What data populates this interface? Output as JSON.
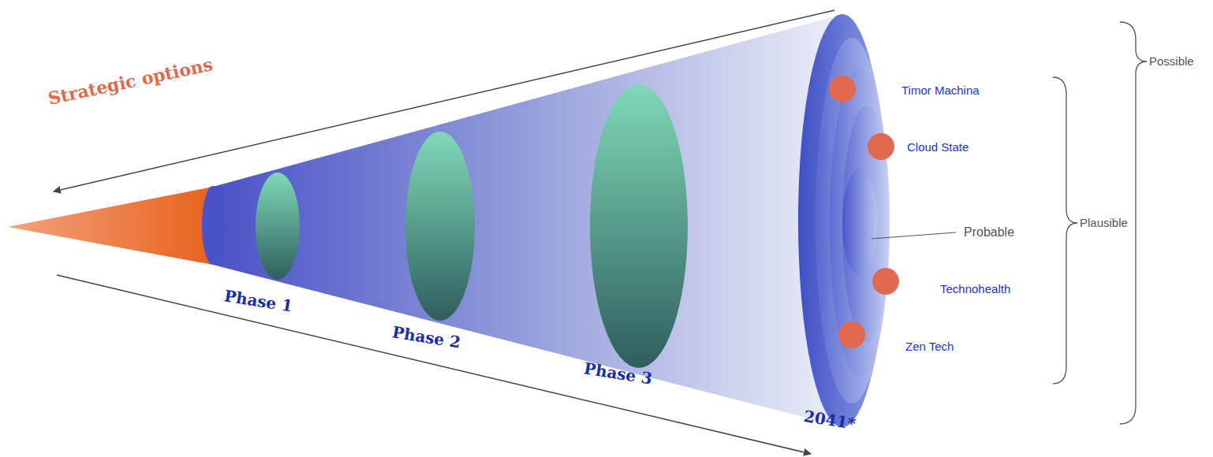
{
  "diagram": {
    "labels": [
      "Strategic options",
      "Phase 1",
      "Phase 2",
      "Phase 3",
      "2041*",
      "Timor Machina",
      "Cloud State",
      "Probable",
      "Technohealth",
      "Zen Tech",
      "Plausible",
      "Possible"
    ]
  }
}
